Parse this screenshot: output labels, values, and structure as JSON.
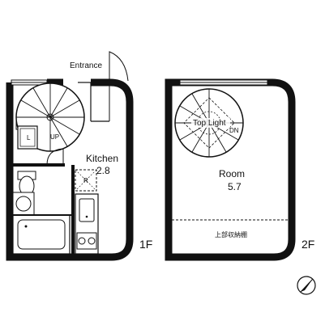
{
  "floor1": {
    "entrance": "Entrance",
    "stair_up": "UP",
    "locker": "L",
    "room_name": "Kitchen",
    "room_size": "2.8",
    "fridge": "R",
    "floor_label": "1F"
  },
  "floor2": {
    "top_light": "Top Light",
    "stair_down": "DN",
    "room_name": "Room",
    "room_size": "5.7",
    "storage": "上部収納棚",
    "floor_label": "2F"
  },
  "compass": {
    "icon": "compass-north-icon"
  }
}
